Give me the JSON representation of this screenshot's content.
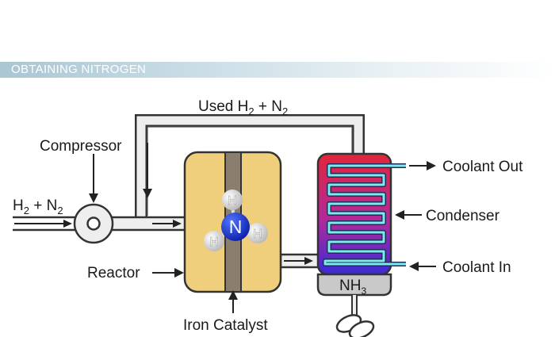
{
  "banner": {
    "title": "OBTAINING NITROGEN"
  },
  "labels": {
    "recycle_prefix": "Used H",
    "recycle_sub1": "2",
    "recycle_plus": " + N",
    "recycle_sub2": "2",
    "feed_h": "H",
    "feed_sub1": "2",
    "feed_plus": " + N",
    "feed_sub2": "2",
    "compressor": "Compressor",
    "reactor": "Reactor",
    "iron_catalyst": "Iron Catalyst",
    "coolant_out": "Coolant Out",
    "condenser": "Condenser",
    "coolant_in": "Coolant In",
    "product": "NH",
    "product_sub": "3"
  },
  "molecule": {
    "center_atom": "N",
    "h1": "H",
    "h2": "H",
    "h3": "H"
  },
  "colors": {
    "reactor_fill": "#f0cf7c",
    "catalyst_rod": "#8a7e6e",
    "nitrogen_atom": "#1437c8",
    "condenser_top": "#e2263a",
    "condenser_bottom": "#3a2bd6",
    "coolant_coil": "#7ce9ea",
    "ammonia_chamber": "#c9c9c9"
  }
}
